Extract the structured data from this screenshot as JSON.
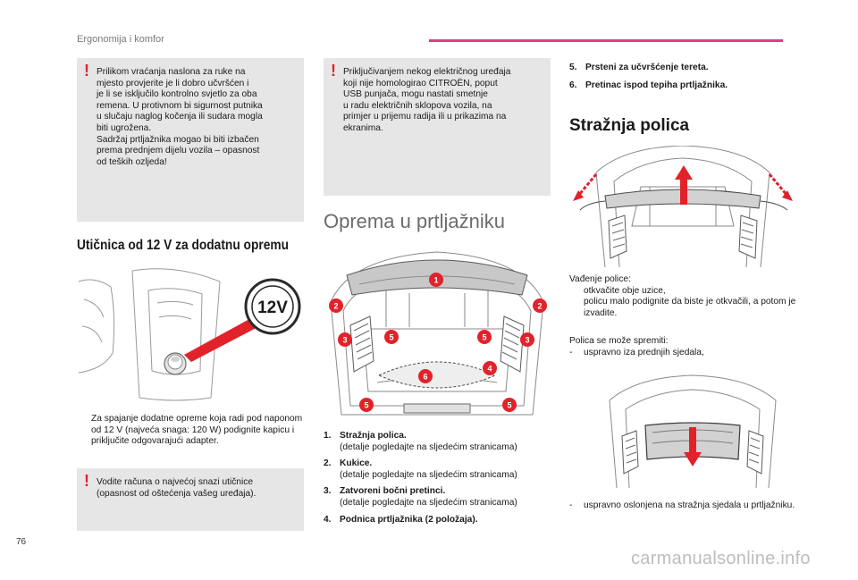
{
  "page": {
    "section_title": "Ergonomija i komfor",
    "page_number": "76",
    "watermark": "carmanualsonline.info",
    "accent_color": "#e4398a",
    "warning_color": "#e2222a"
  },
  "left_column": {
    "warning_1": {
      "mark": "!",
      "text": "Prilikom vraćanja naslona za ruke na\nmjesto provjerite je li dobro učvršćen i\nje li se isključilo kontrolno svjetlo za oba\nremena. U protivnom bi sigurnost putnika\nu slučaju naglog kočenja ili sudara mogla\nbiti ugrožena.\nSadržaj prtljažnika mogao bi biti izbačen\nprema prednjem dijelu vozila – opasnost\nod teških ozljeda!"
    },
    "socket_heading": "Utičnica od 12 V za dodatnu opremu",
    "socket_figure": {
      "label": "12V"
    },
    "socket_bullet": {
      "symbol": "",
      "text": "Za spajanje dodatne opreme koja radi pod naponom od 12 V (najveća snaga: 120 W) podignite kapicu i priključite odgovarajući adapter."
    },
    "warning_2": {
      "mark": "!",
      "text": "Vodite računa o najvećoj snazi utičnice\n(opasnost od oštećenja vašeg uređaja)."
    }
  },
  "middle_column": {
    "warning_3": {
      "mark": "!",
      "text": "Priključivanjem nekog električnog uređaja\nkoji nije homologirao CITROËN, poput\nUSB punjača, mogu nastati smetnje\nu radu električnih sklopova vozila, na\nprimjer u prijemu radija ili u prikazima na\nekranima."
    },
    "trunk_heading": "Oprema u prtljažniku",
    "trunk_figure": {
      "callouts": [
        "1",
        "2",
        "2",
        "3",
        "5",
        "5",
        "3",
        "4",
        "6",
        "5",
        "5"
      ]
    },
    "list": [
      {
        "no": "1.",
        "title": "Stražnja polica.",
        "detail": "(detalje pogledajte na sljedećim stranicama)"
      },
      {
        "no": "2.",
        "title": "Kukice.",
        "detail": "(detalje pogledajte na sljedećim stranicama)"
      },
      {
        "no": "3.",
        "title": "Zatvoreni bočni pretinci.",
        "detail": "(detalje pogledajte na sljedećim stranicama)"
      },
      {
        "no": "4.",
        "title": "Podnica prtljažnika (2 položaja).",
        "detail": ""
      }
    ]
  },
  "right_column": {
    "list": [
      {
        "no": "5.",
        "title": "Prsteni za učvršćenje tereta.",
        "detail": ""
      },
      {
        "no": "6.",
        "title": "Pretinac ispod tepiha prtljažnika.",
        "detail": ""
      }
    ],
    "shelf_heading": "Stražnja polica",
    "removal_intro": "Vađenje police:",
    "removal_steps": [
      {
        "symbol": "",
        "text": "otkvačite obje uzice,"
      },
      {
        "symbol": "",
        "text": "policu malo podignite da biste je otkvačili, a potom je izvadite."
      }
    ],
    "storage_intro": "Polica se može spremiti:",
    "storage_option_1": {
      "symbol": "-",
      "text": "uspravno iza prednjih sjedala,"
    },
    "storage_option_2": {
      "symbol": "-",
      "text": "uspravno oslonjena na stražnja sjedala u prtljažniku."
    }
  }
}
